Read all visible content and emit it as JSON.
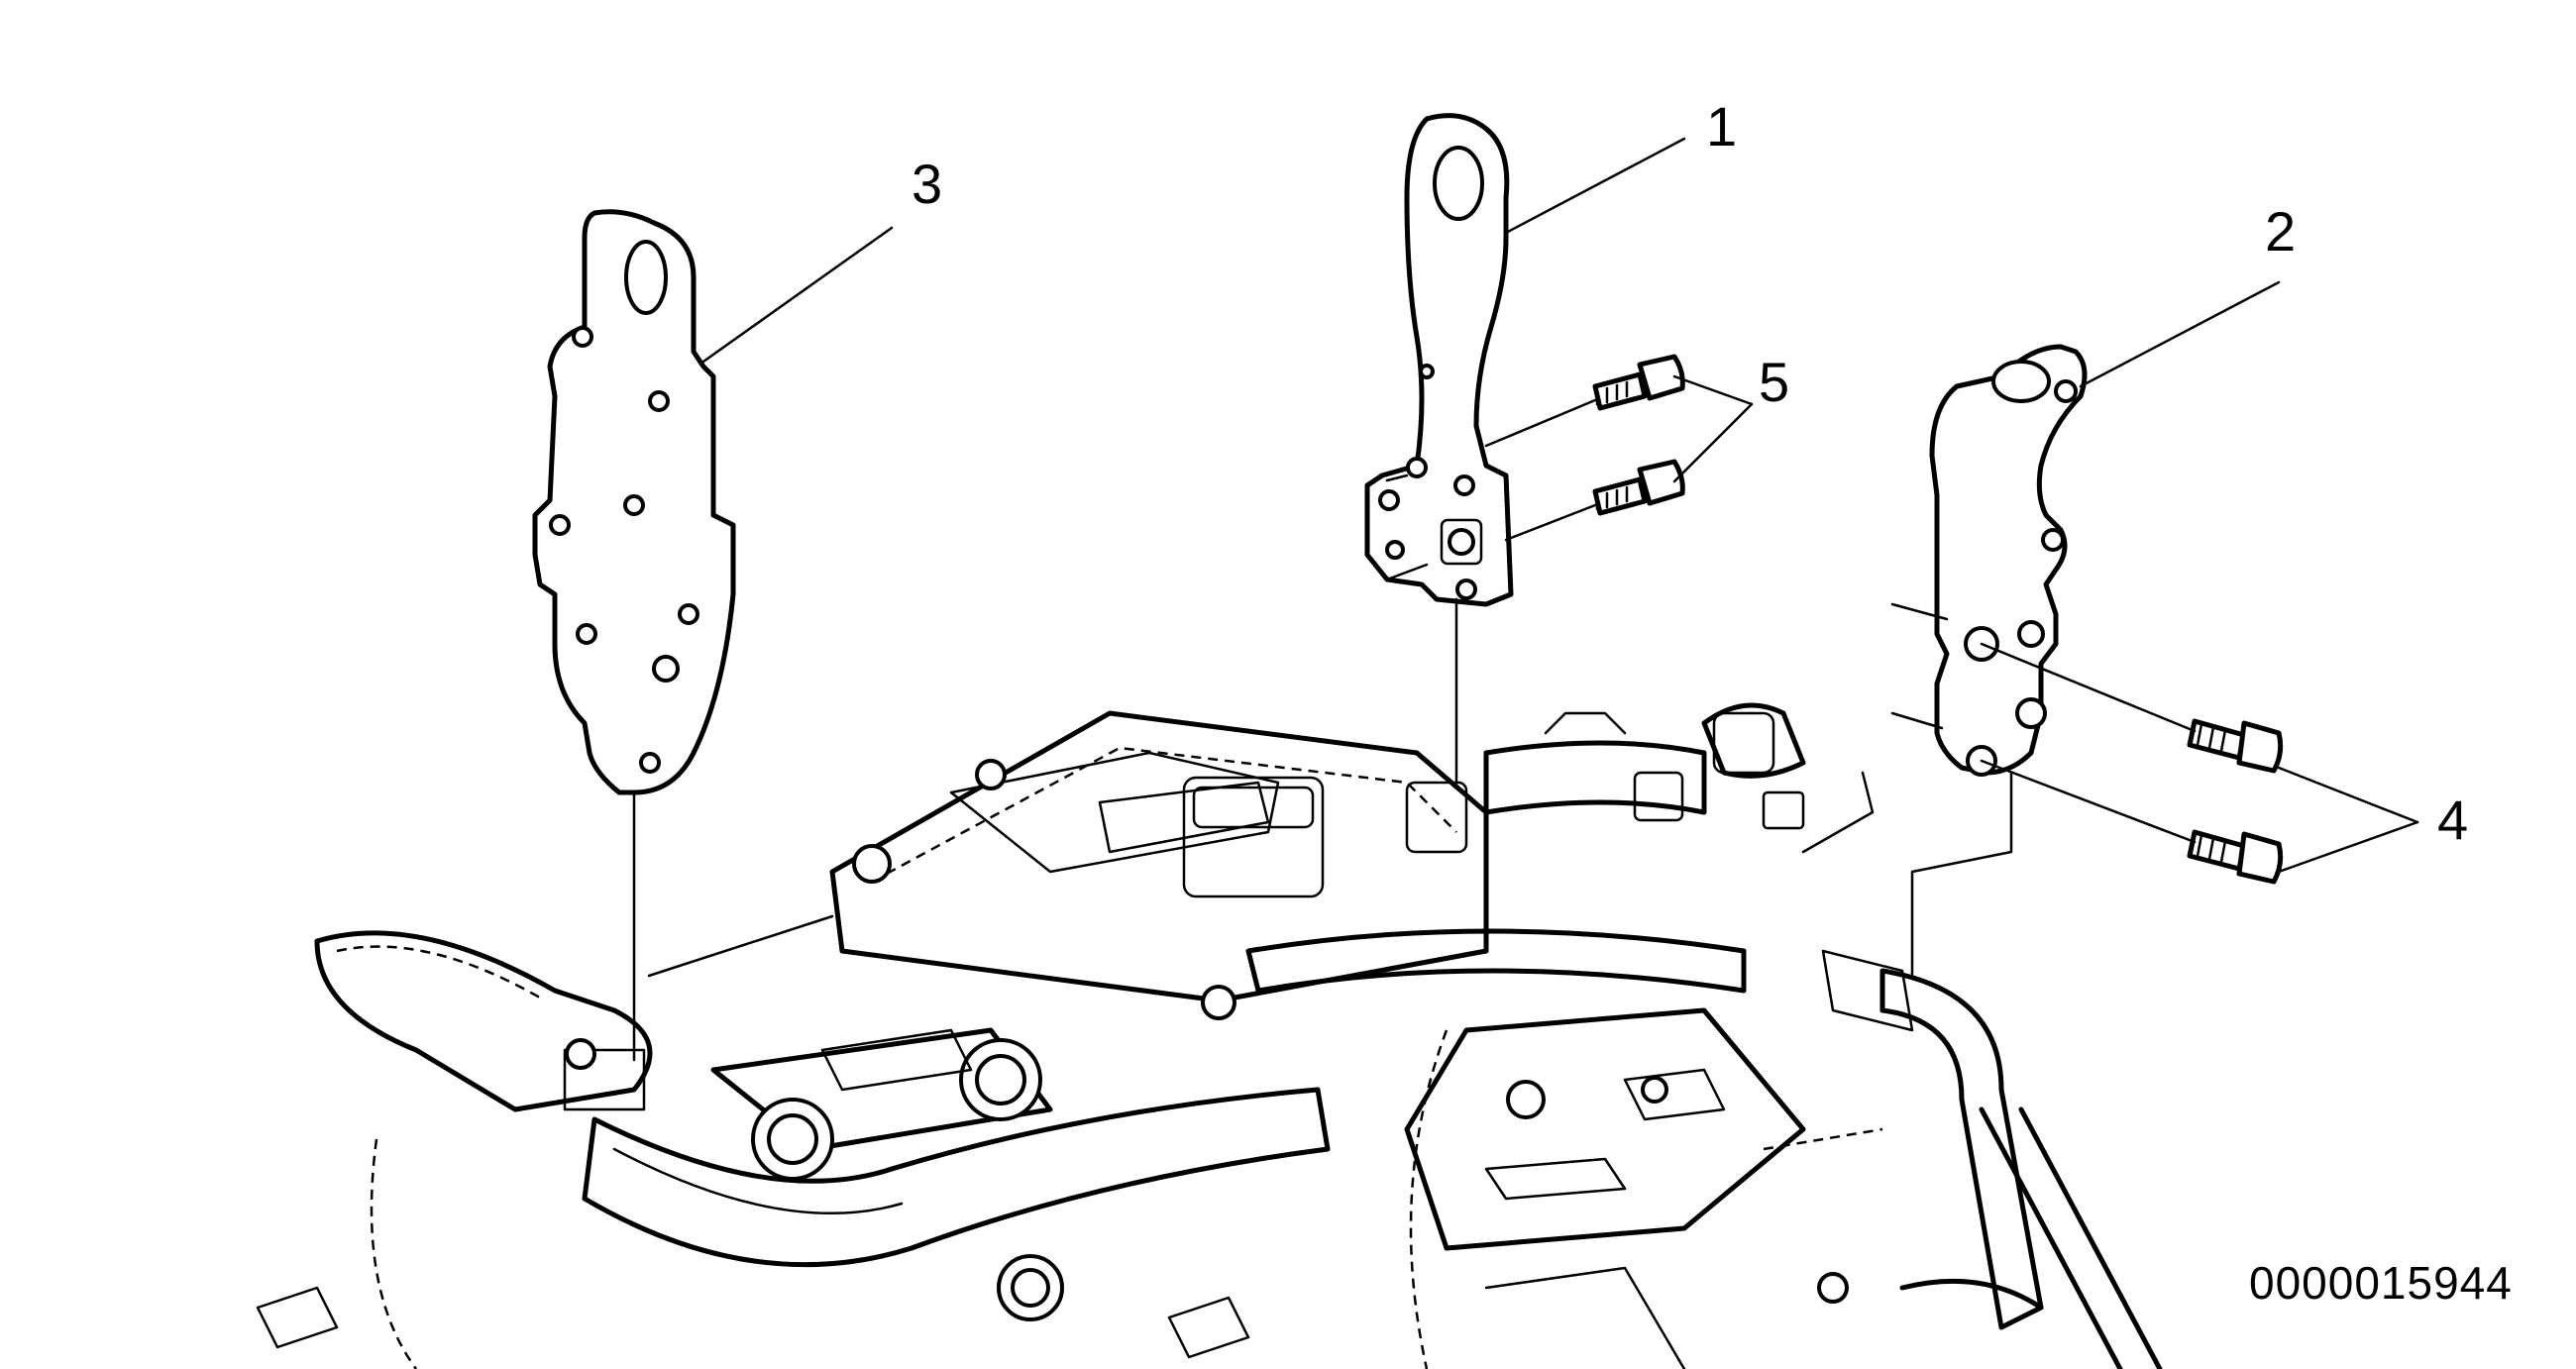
{
  "figure": {
    "callouts": [
      {
        "id": "1",
        "label": "1"
      },
      {
        "id": "2",
        "label": "2"
      },
      {
        "id": "3",
        "label": "3"
      },
      {
        "id": "4",
        "label": "4"
      },
      {
        "id": "5",
        "label": "5"
      }
    ],
    "document_id": "0000015944"
  }
}
